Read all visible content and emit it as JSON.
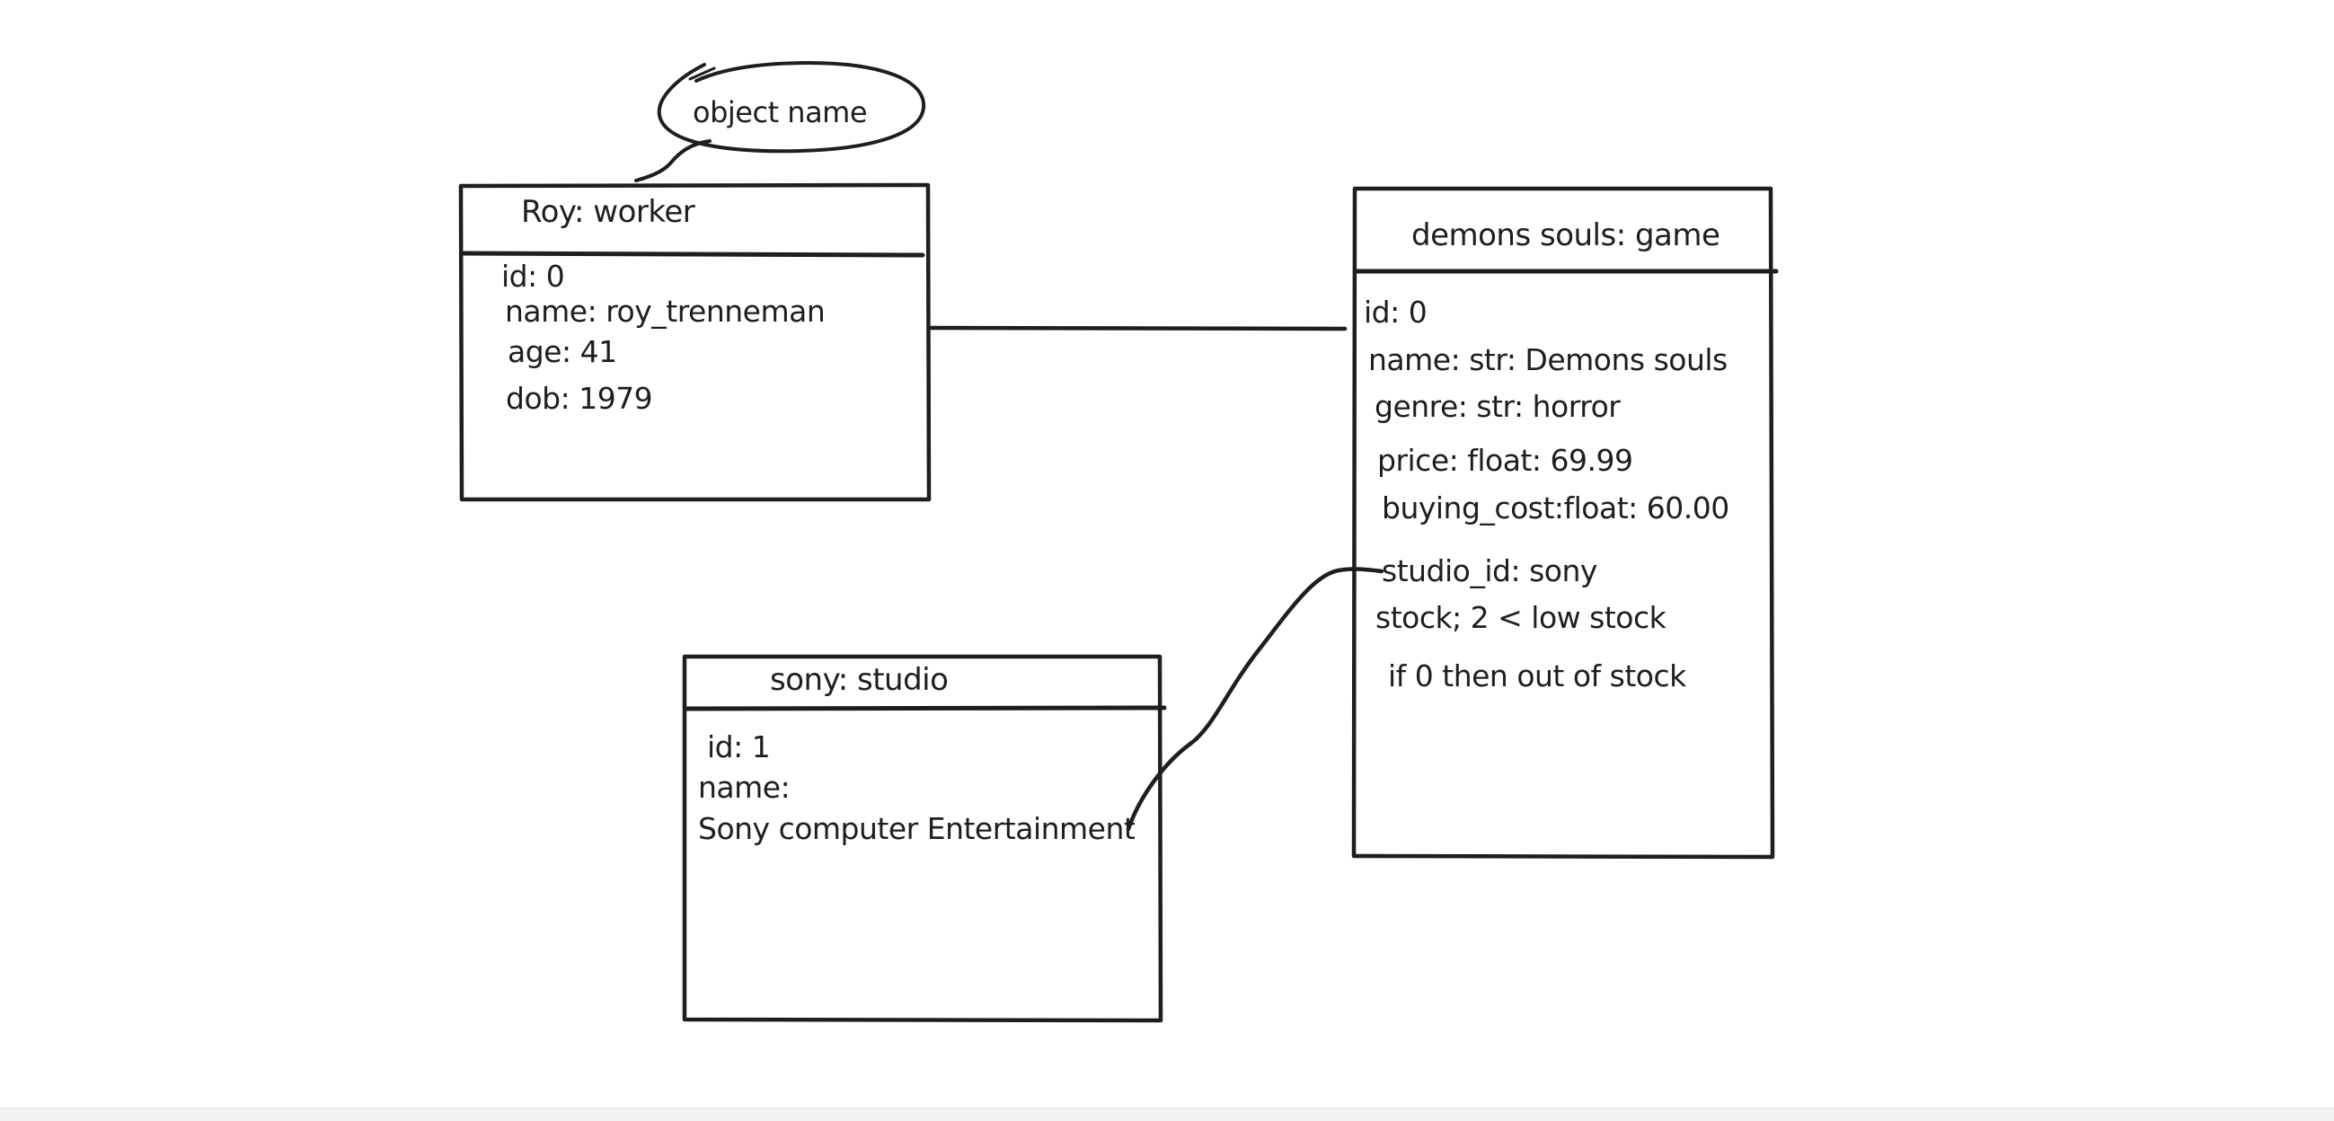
{
  "annotation": {
    "bubble_text": "object name"
  },
  "worker_box": {
    "title": "Roy: worker",
    "fields": [
      "id: 0",
      "name: roy_trenneman",
      "age: 41",
      "dob: 1979"
    ]
  },
  "game_box": {
    "title": "demons souls: game",
    "fields": [
      "id: 0",
      "name: str: Demons souls",
      "genre: str: horror",
      "price: float: 69.99",
      "buying_cost:float: 60.00",
      "studio_id: sony",
      "stock;  2 < low stock",
      "if 0 then out of stock"
    ]
  },
  "studio_box": {
    "title": "sony: studio",
    "fields": [
      "id: 1",
      "name:",
      "Sony computer Entertainment"
    ]
  },
  "colors": {
    "stroke": "#1e1e1e",
    "background": "#ffffff",
    "bottom_bar": "#f1f1f1"
  }
}
